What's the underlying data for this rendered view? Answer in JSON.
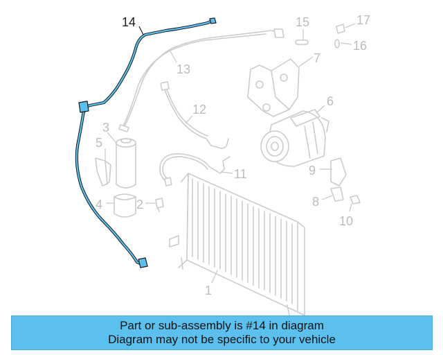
{
  "diagram": {
    "highlight_color": "#5bc0ee",
    "part_color": "#c9ccd0",
    "callouts": {
      "p1": "1",
      "p2": "2",
      "p3": "3",
      "p4": "4",
      "p5": "5",
      "p6": "6",
      "p7": "7",
      "p8": "8",
      "p9": "9",
      "p10": "10",
      "p11": "11",
      "p12": "12",
      "p13": "13",
      "p14": "14",
      "p15": "15",
      "p16": "16",
      "p17": "17"
    },
    "highlighted_part": "14"
  },
  "banner": {
    "line1": "Part or sub-assembly is #14 in diagram",
    "line2": "Diagram may not be specific to your vehicle"
  }
}
